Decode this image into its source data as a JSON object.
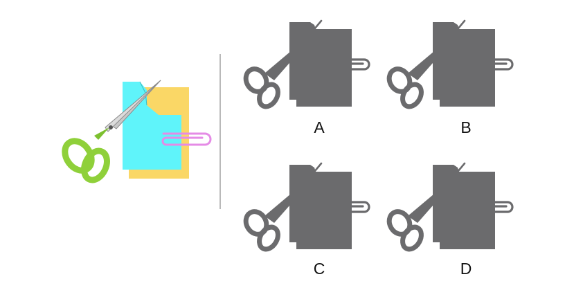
{
  "options": [
    {
      "letter": "A"
    },
    {
      "letter": "B"
    },
    {
      "letter": "C"
    },
    {
      "letter": "D"
    }
  ],
  "colors": {
    "silhouette": "#6b6b6d",
    "paper_front": "#5ff4fa",
    "paper_back": "#fad766",
    "scissor_handle": "#8fd03a",
    "scissor_blade": "#c9c9c9",
    "clip": "#e58be6",
    "divider": "#b9b9b9",
    "background": "#ffffff"
  },
  "icons": {
    "reference": "scissors-cutting-paper-icon",
    "option": "shadow-silhouette-icon"
  }
}
